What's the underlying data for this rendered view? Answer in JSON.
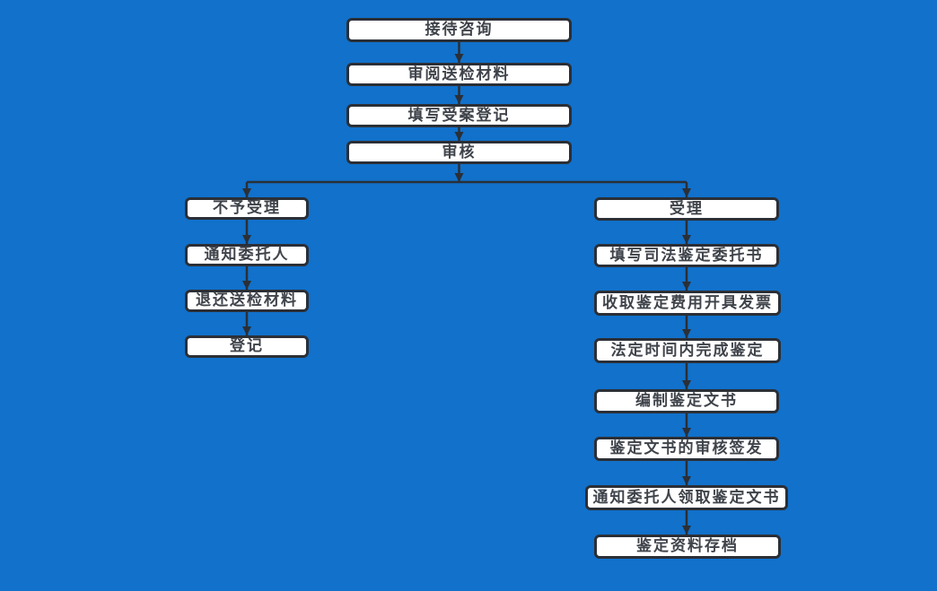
{
  "flowchart": {
    "colors": {
      "background": "#1171cb",
      "node_fill": "#ffffff",
      "node_border": "#2b2f36",
      "node_text": "#3f434a",
      "connector": "#2b2f36"
    },
    "main_steps": [
      "接待咨询",
      "审阅送检材料",
      "填写受案登记",
      "审核"
    ],
    "reject_branch_steps": [
      "不予受理",
      "通知委托人",
      "退还送检材料",
      "登记"
    ],
    "accept_branch_steps": [
      "受理",
      "填写司法鉴定委托书",
      "收取鉴定费用开具发票",
      "法定时间内完成鉴定",
      "编制鉴定文书",
      "鉴定文书的审核签发",
      "通知委托人领取鉴定文书",
      "鉴定资料存档"
    ]
  }
}
